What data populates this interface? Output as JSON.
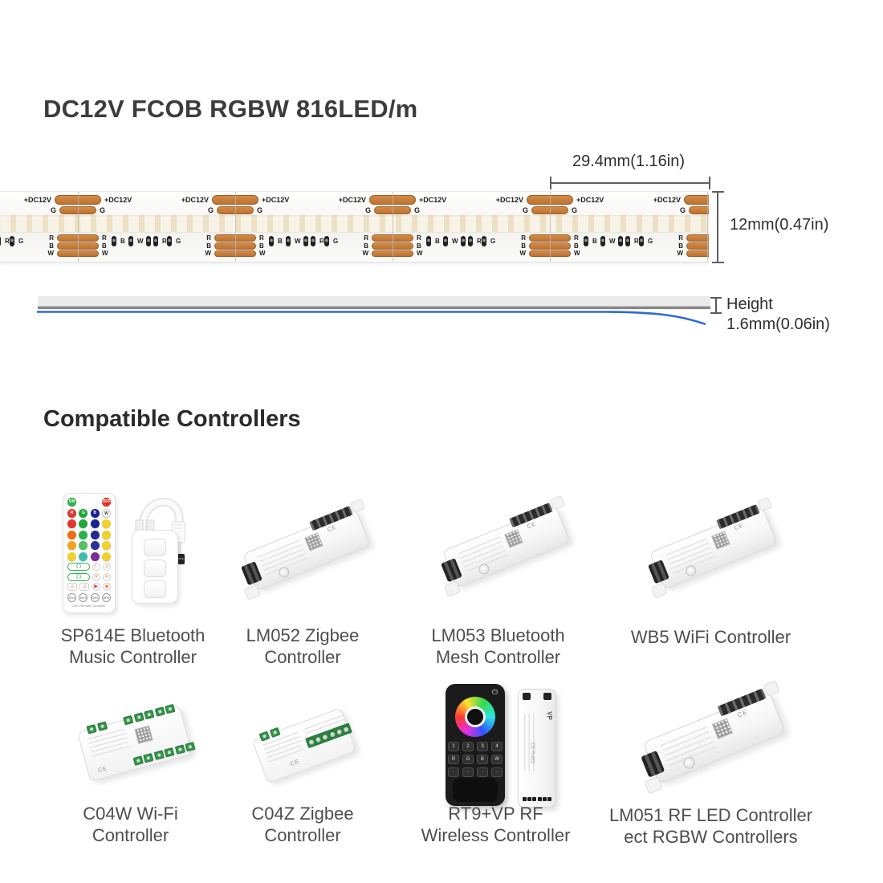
{
  "title": "DC12V FCOB RGBW 816LED/m",
  "controllers_heading": "Compatible Controllers",
  "strip": {
    "pitch_label": "29.4mm(1.16in)",
    "width_label": "12mm(0.47in)",
    "height_label_line1": "Height",
    "height_label_line2": "1.6mm(0.06in)",
    "pad_top_label": "+DC12V",
    "pad_g_label": "G",
    "pad_r_label": "R",
    "pad_b_label": "B",
    "pad_w_label": "W",
    "component_labels": [
      "B",
      "W",
      "R",
      "G"
    ],
    "copper_color": "#c27634",
    "pcb_color": "#ffffff",
    "phosphor_band_color": "#efe6cc",
    "profile_blue_color": "#2f6ad4"
  },
  "products": [
    {
      "id": "sp614e",
      "line1": "SP614E Bluetooth",
      "line2": "Music Controller"
    },
    {
      "id": "lm052",
      "line1": "LM052 Zigbee",
      "line2": "Controller"
    },
    {
      "id": "lm053",
      "line1": "LM053 Bluetooth",
      "line2": "Mesh Controller"
    },
    {
      "id": "wb5",
      "line1": "WB5 WiFi Controller",
      "line2": ""
    },
    {
      "id": "c04w",
      "line1": "C04W Wi-Fi",
      "line2": "Controller"
    },
    {
      "id": "c04z",
      "line1": "C04Z Zigbee",
      "line2": "Controller"
    },
    {
      "id": "rt9vp",
      "line1": "RT9+VP RF",
      "line2": "Wireless Controller"
    },
    {
      "id": "lm051",
      "line1": "LM051 RF LED Controller",
      "line2": "ect RGBW Controllers"
    }
  ],
  "remote": {
    "on_label": "ON",
    "off_label": "OFF",
    "on_color": "#2db14c",
    "off_color": "#e23227",
    "letters": [
      "R",
      "G",
      "B",
      "W"
    ],
    "grid": [
      [
        "#e5352b",
        "#1ea83b",
        "#1b1f8e",
        "#ffffff"
      ],
      [
        "#e5352b",
        "#21a63a",
        "#1c2392",
        "#f3d12c"
      ],
      [
        "#ef6c12",
        "#2bb14b",
        "#24298f",
        "#f3d12c"
      ],
      [
        "#f5a11f",
        "#52c063",
        "#2f2f9b",
        "#f3d12c"
      ],
      [
        "#f3d12c",
        "#3fbcae",
        "#7c2d9c",
        "#f3d12c"
      ]
    ],
    "diy_labels": [
      "DIY1",
      "DIY2",
      "DIY3",
      "DIY4"
    ],
    "footer": "LED Remote Controller",
    "icons": {
      "speed": "⟨  ⟩",
      "music": "♫",
      "play": "▶",
      "sun": "☀",
      "moon": "☾",
      "speaker": "◉"
    }
  },
  "rt9": {
    "numbers": [
      "1",
      "2",
      "3",
      "4"
    ],
    "letters": [
      "R",
      "G",
      "B",
      "W"
    ],
    "power_icon": "⏻"
  },
  "vp": {
    "label": "VP",
    "marks": "CE RoHS"
  },
  "device_marks": "CE"
}
